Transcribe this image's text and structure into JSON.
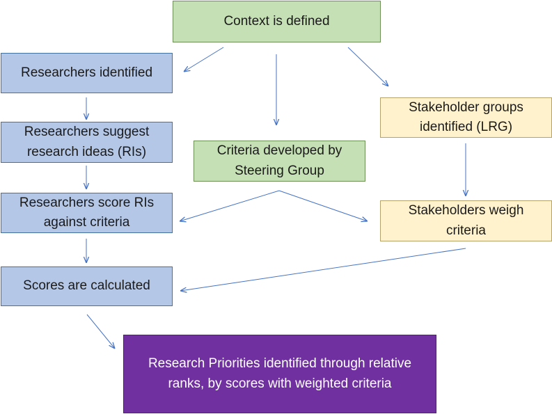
{
  "nodes": {
    "context": "Context is defined",
    "researchers_identified": "Researchers identified",
    "researchers_suggest": "Researchers suggest research ideas (RIs)",
    "criteria_developed": "Criteria developed by Steering Group",
    "stakeholder_groups": "Stakeholder groups identified (LRG)",
    "researchers_score": "Researchers score RIs against criteria",
    "stakeholders_weigh": "Stakeholders weigh criteria",
    "scores_calculated": "Scores are calculated",
    "research_priorities": "Research Priorities identified through relative ranks, by scores with weighted criteria"
  },
  "colors": {
    "green_fill": "#c5e0b4",
    "blue_fill": "#b4c7e7",
    "yellow_fill": "#fff2cc",
    "purple_fill": "#7030a0",
    "arrow": "#4472c4"
  }
}
